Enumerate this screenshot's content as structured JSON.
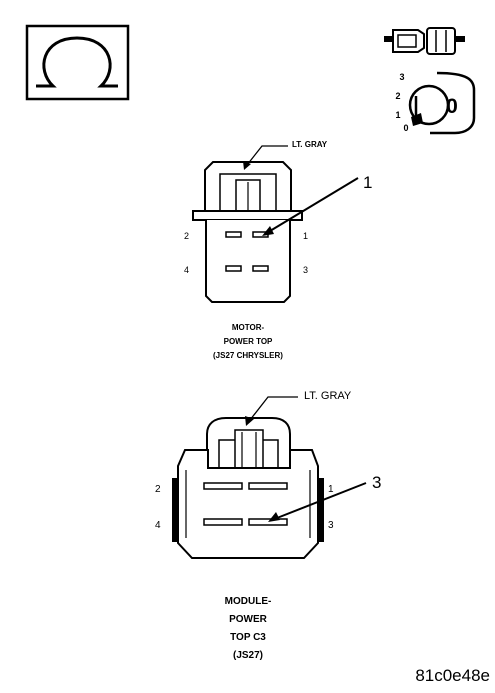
{
  "connector_1": {
    "wire_color": "LT. GRAY",
    "callout": "1",
    "pins": {
      "top_left": "2",
      "top_right": "1",
      "bottom_left": "4",
      "bottom_right": "3"
    },
    "caption": [
      "MOTOR-",
      "POWER TOP",
      "(JS27 CHRYSLER)"
    ]
  },
  "connector_2": {
    "wire_color": "LT. GRAY",
    "callout": "3",
    "pins": {
      "top_left": "2",
      "top_right": "1",
      "bottom_left": "4",
      "bottom_right": "3"
    },
    "caption": [
      "MODULE-",
      "POWER",
      "TOP C3",
      "(JS27)"
    ]
  },
  "ignition": {
    "key_label": "0",
    "positions": [
      "3",
      "2",
      "1",
      "0"
    ]
  },
  "figure_id": "81c0e48e",
  "symbols": [
    "ohmmeter-icon",
    "connector-icon",
    "ignition-switch-icon"
  ]
}
